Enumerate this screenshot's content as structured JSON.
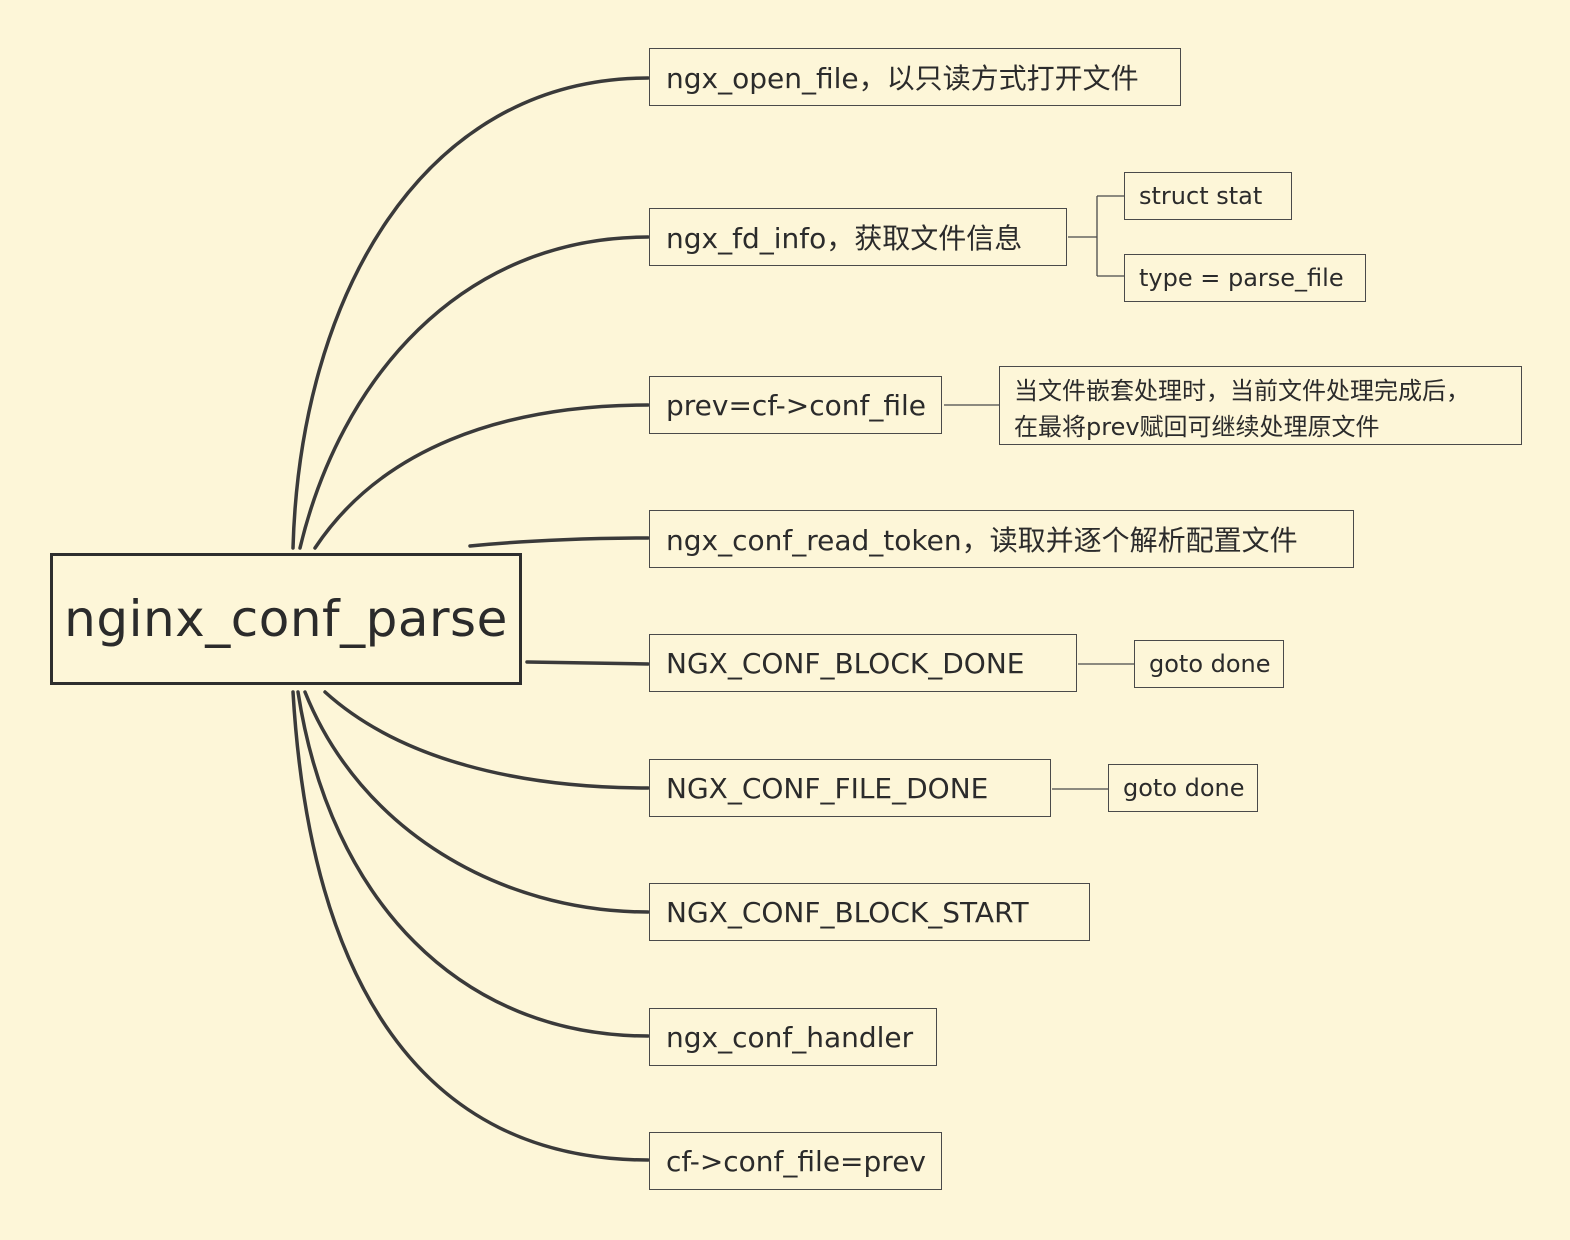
{
  "colors": {
    "background": "#fdf6d8",
    "line": "#3a3a3a",
    "text": "#2b2b2b"
  },
  "root": {
    "label": "nginx_conf_parse"
  },
  "branches": [
    {
      "label": "ngx_open_file，以只读方式打开文件"
    },
    {
      "label": "ngx_fd_info，获取文件信息",
      "children": [
        {
          "label": "struct stat"
        },
        {
          "label": "type = parse_file"
        }
      ]
    },
    {
      "label": "prev=cf->conf_file",
      "note": {
        "line1": "当文件嵌套处理时，当前文件处理完成后，",
        "line2": "在最将prev赋回可继续处理原文件"
      }
    },
    {
      "label": "ngx_conf_read_token，读取并逐个解析配置文件"
    },
    {
      "label": "NGX_CONF_BLOCK_DONE",
      "children": [
        {
          "label": "goto done"
        }
      ]
    },
    {
      "label": "NGX_CONF_FILE_DONE",
      "children": [
        {
          "label": "goto done"
        }
      ]
    },
    {
      "label": "NGX_CONF_BLOCK_START"
    },
    {
      "label": "ngx_conf_handler"
    },
    {
      "label": "cf->conf_file=prev"
    }
  ]
}
